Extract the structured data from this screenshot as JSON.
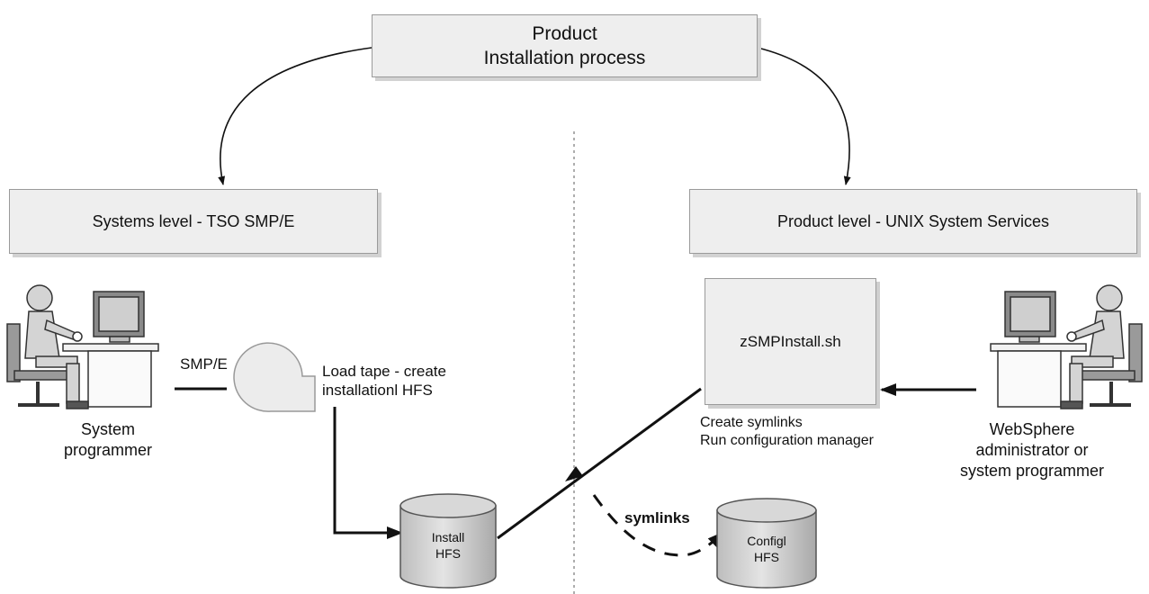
{
  "top_box": {
    "line1": "Product",
    "line2": "Installation process"
  },
  "left_level": {
    "label": "Systems level - TSO SMP/E"
  },
  "right_level": {
    "label": "Product level - UNIX System Services"
  },
  "left_actor": {
    "line1": "System",
    "line2": "programmer",
    "icon": "person-at-computer-icon"
  },
  "right_actor": {
    "line1": "WebSphere",
    "line2": "administrator or",
    "line3": "system programmer",
    "icon": "person-at-computer-icon"
  },
  "smpe_label": "SMP/E",
  "tape": {
    "icon": "tape-reel-icon",
    "line1": "Load tape - create",
    "line2": "installationl HFS"
  },
  "script_box": {
    "label": "zSMPInstall.sh"
  },
  "script_caption": {
    "line1": "Create symlinks",
    "line2": "Run configuration manager"
  },
  "install_hfs": {
    "line1": "Install",
    "line2": "HFS",
    "icon": "disk-cylinder-icon"
  },
  "config_hfs": {
    "line1": "Configl",
    "line2": "HFS",
    "icon": "disk-cylinder-icon"
  },
  "symlinks_label": "symlinks"
}
